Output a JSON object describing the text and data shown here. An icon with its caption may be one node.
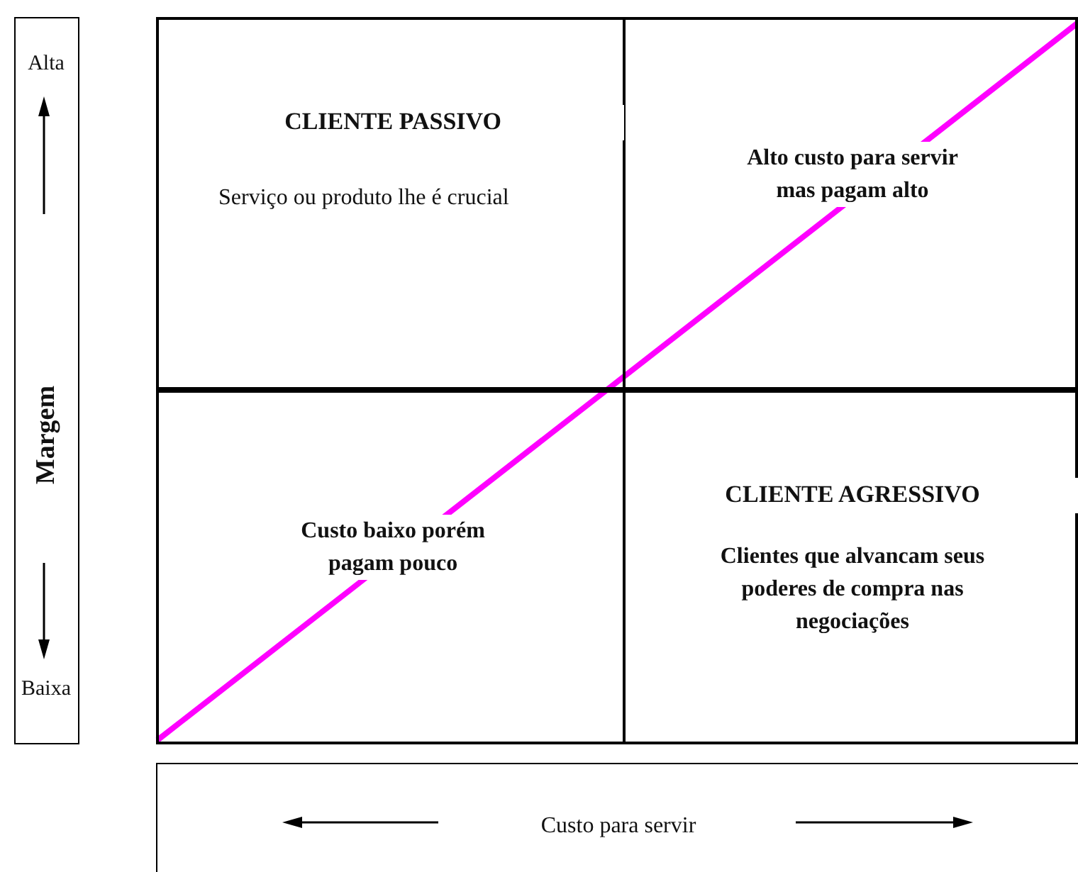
{
  "diagram": {
    "nodes": [
      {
        "text": [
          "CLIENTE PASSIVO",
          "Serviço ou produto lhe é crucial"
        ]
      },
      {
        "text": [
          "Alto custo para servir mas pagam alto"
        ]
      },
      {
        "text": [
          "Custo baixo porém pagam pouco"
        ]
      },
      {
        "text": [
          "CLIENTE AGRESSIVO",
          "Clientes que alvancam seus poderes de compra nas negociações"
        ]
      },
      {
        "text": [
          "Alta",
          "Margem",
          "Baixa"
        ]
      },
      {
        "text": [
          "Custo para servir"
        ]
      }
    ]
  }
}
